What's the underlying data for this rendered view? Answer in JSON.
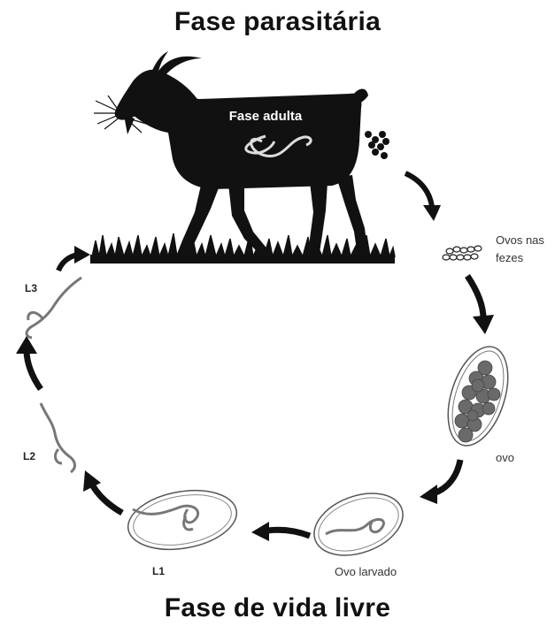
{
  "titles": {
    "top": "Fase parasitária",
    "bottom": "Fase de vida livre"
  },
  "labels": {
    "adult_phase": "Fase adulta",
    "eggs_in_feces_line1": "Ovos nas",
    "eggs_in_feces_line2": "fezes",
    "egg": "ovo",
    "larvated_egg": "Ovo larvado",
    "l1": "L1",
    "l2": "L2",
    "l3": "L3"
  },
  "icons": [
    "goat-silhouette",
    "grass",
    "worm",
    "egg-cluster",
    "curved-arrow"
  ]
}
